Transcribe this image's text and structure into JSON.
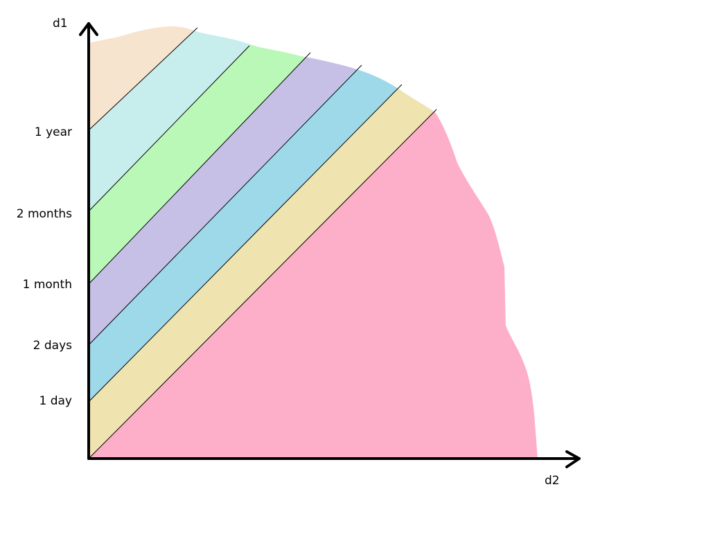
{
  "axes": {
    "y_label": "d1",
    "x_label": "d2"
  },
  "ticks": [
    {
      "label": "1 year"
    },
    {
      "label": "2 months"
    },
    {
      "label": "1 month"
    },
    {
      "label": "2 days"
    },
    {
      "label": "1 day"
    }
  ],
  "colors": {
    "band_1": "#f7e4cf",
    "band_2": "#c8eded",
    "band_3": "#baf8b8",
    "band_4": "#c7c0e6",
    "band_5": "#9ed9ea",
    "band_6": "#efe3b0",
    "band_7": "#fdafc9",
    "axis": "#000000"
  }
}
